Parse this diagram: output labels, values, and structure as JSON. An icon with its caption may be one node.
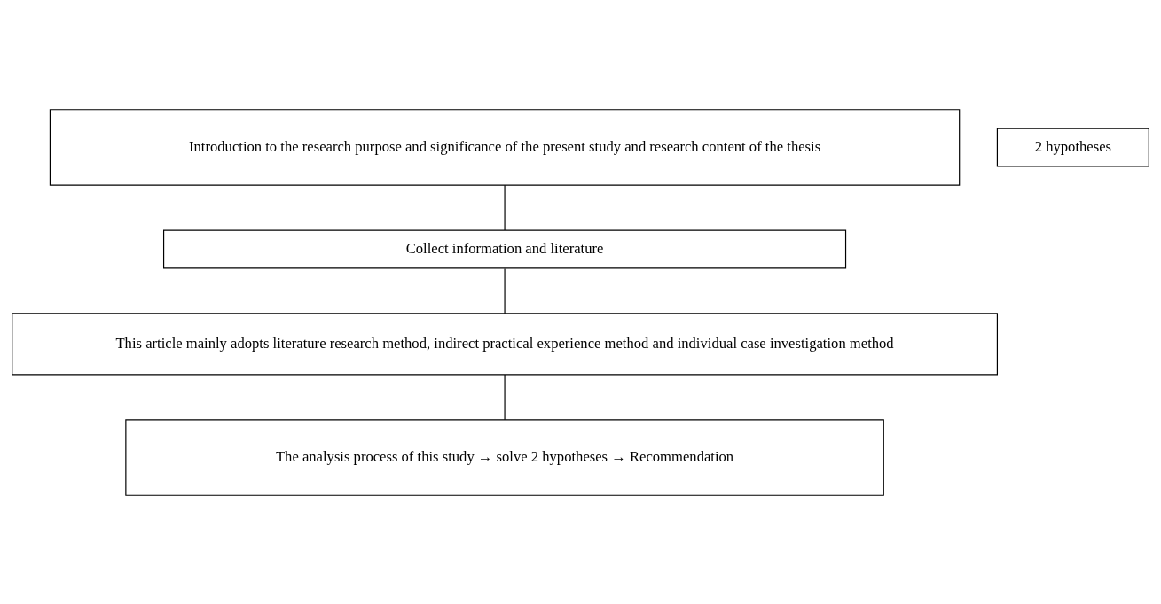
{
  "diagram": {
    "nodes": [
      {
        "text": [
          "Introduction to the research purpose and significance of the present study and research content of the thesis"
        ]
      },
      {
        "text": [
          "2 hypotheses"
        ]
      },
      {
        "text": [
          "Collect information and literature"
        ]
      },
      {
        "text": [
          "This article mainly adopts literature research method, indirect practical experience method and individual case investigation method"
        ]
      },
      {
        "text": [
          "The analysis process of this study → solve 2 hypotheses → Recommendation"
        ]
      }
    ],
    "edges": [
      {
        "from": 0,
        "to": 2,
        "arrow": "none"
      },
      {
        "from": 2,
        "to": 3,
        "arrow": "none"
      },
      {
        "from": 3,
        "to": 4,
        "arrow": "none"
      }
    ]
  }
}
